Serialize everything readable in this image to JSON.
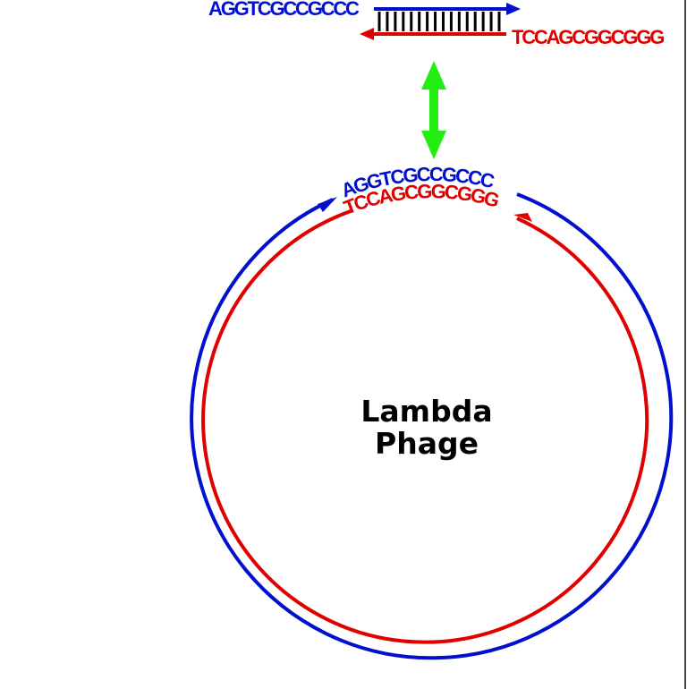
{
  "diagram": {
    "linear_top_strand": "AGGTCGCCGCCC",
    "linear_bottom_strand": "TCCAGCGGCGGG",
    "circular_outer_strand": "AGGTCGCCGCCC",
    "circular_inner_strand": "TCCAGCGGCGGG",
    "center_label_line1": "Lambda",
    "center_label_line2": "Phage",
    "colors": {
      "top_strand": "#0010cc",
      "bottom_strand": "#e00000",
      "equilibrium_arrow": "#22ee11",
      "base_pairs": "#000000"
    },
    "icons": {
      "equilibrium": "double-headed-arrow-icon",
      "strand_direction": "arrowhead-icon"
    }
  }
}
